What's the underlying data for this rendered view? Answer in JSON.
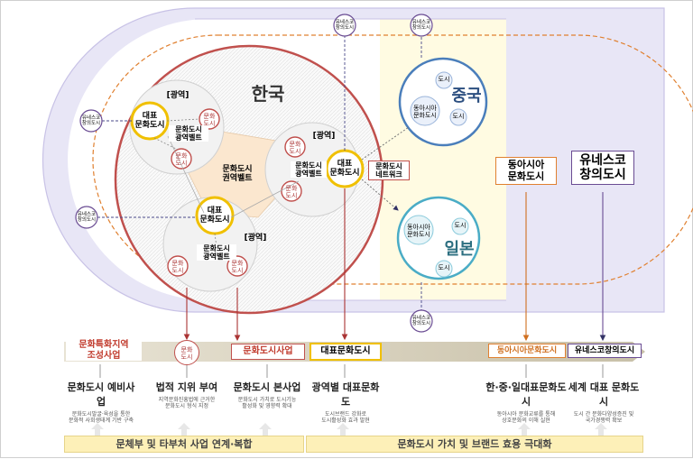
{
  "circles": {
    "korea": "한국",
    "china": "중국",
    "japan": "일본"
  },
  "korea": {
    "region_tag_1": "[광역]",
    "region_tag_2": "[광역]",
    "region_tag_3": "[광역]",
    "rep_city_1": "대표\n문화도시",
    "rep_city_2": "대표\n문화도시",
    "rep_city_3": "대표\n문화도시",
    "belt_1": "문화도시\n광역벨트",
    "belt_2": "문화도시\n광역벨트",
    "belt_3": "문화도시\n광역벨트",
    "sphere_belt": "문화도시\n권역벨트",
    "small_city": "문화\n도시",
    "network": "문화도시\n네트워크"
  },
  "china_items": {
    "city": "도시",
    "ea_city": "동아시아\n문화도시"
  },
  "japan_items": {
    "city": "도시",
    "ea_city": "동아시아\n문화도시"
  },
  "unesco_small": "유네스코\n창의도시",
  "right_labels": {
    "east_asia": "동아시아\n문화도시",
    "unesco": "유네스코\n창의도시"
  },
  "timeline": {
    "step1": "문화특화지역\n조성사업",
    "step1b": "문화\n도시",
    "step2": "문화도시사업",
    "step3": "대표문화도시",
    "step4": "동아시아문화도시",
    "step5": "유네스코창의도시"
  },
  "bottom_boxes": [
    {
      "title": "문화도시 예비사업",
      "desc": "문화도시발굴·육성을 통한\n문화적 사회생태계 기반 구축"
    },
    {
      "title": "법적 지위 부여",
      "desc": "지역문화진흥법에 근거한\n문화도시 형식 지정"
    },
    {
      "title": "문화도시 본사업",
      "desc": "문화도시 가치로 도시기능\n활성화 및 영향력 확대"
    },
    {
      "title": "광역별 대표문화도",
      "desc": "도시브랜드 강화로\n도시활성화 효과 발현"
    },
    {
      "title": "한·중·일대표문화도시",
      "desc": "동아시아 문화교류를 통해\n상호문화의 이해 실현"
    },
    {
      "title": "세계 대표 문화도시",
      "desc": "도시 간 문화다양성증진 및\n국가경쟁력 확보"
    }
  ],
  "bands": {
    "left": "문체부 및 타부처 사업 연계·복합",
    "right": "문화도시 가치 및 브랜드 효용 극대화"
  },
  "colors": {
    "korea_red": "#c0504d",
    "gold": "#f0c000",
    "china_blue": "#4a7ebb",
    "japan_blue": "#4aacc6",
    "purple": "#6a4c93",
    "orange": "#e08030",
    "band_yellow": "#fdf0b8"
  }
}
